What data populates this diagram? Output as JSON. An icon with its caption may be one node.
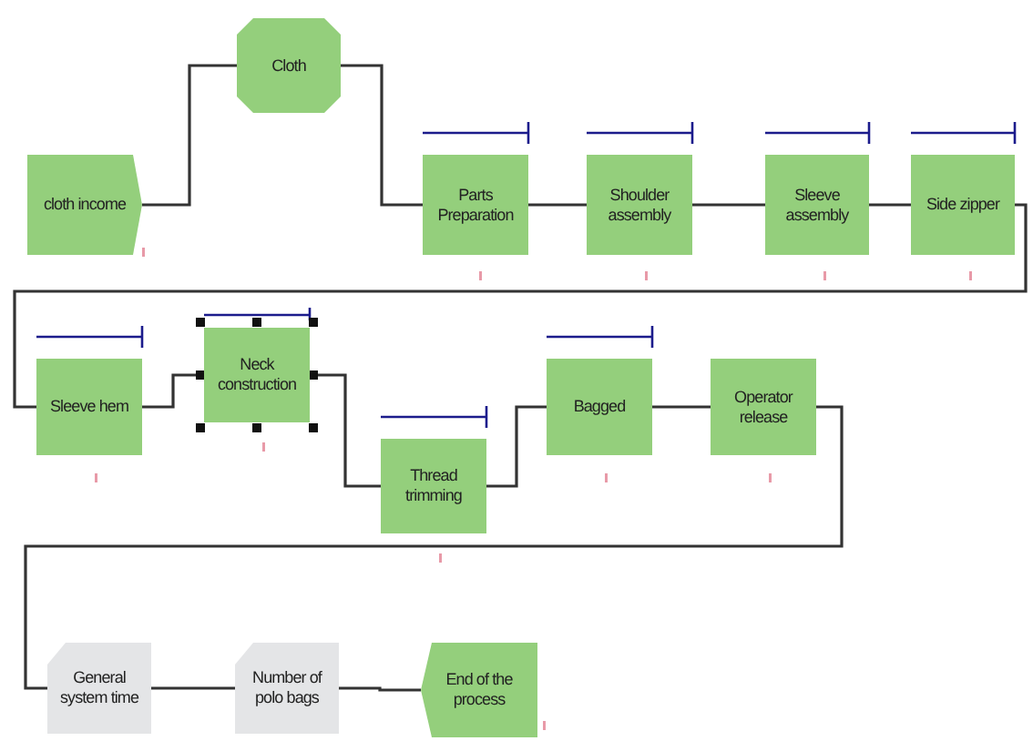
{
  "diagram": {
    "nodes": [
      {
        "text": [
          "cloth income"
        ]
      },
      {
        "text": [
          "Cloth"
        ]
      },
      {
        "text": [
          "Parts Preparation"
        ]
      },
      {
        "text": [
          "Shoulder assembly"
        ]
      },
      {
        "text": [
          "Sleeve assembly"
        ]
      },
      {
        "text": [
          "Side zipper"
        ]
      },
      {
        "text": [
          "Sleeve hem"
        ]
      },
      {
        "text": [
          "Neck construction"
        ]
      },
      {
        "text": [
          "Thread trimming"
        ]
      },
      {
        "text": [
          "Bagged"
        ]
      },
      {
        "text": [
          "Operator release"
        ]
      },
      {
        "text": [
          "General system time"
        ]
      },
      {
        "text": [
          "Number of polo bags"
        ]
      },
      {
        "text": [
          "End of the process"
        ]
      }
    ],
    "edges": [
      {
        "from": 0,
        "to": 1,
        "arrow": "none"
      },
      {
        "from": 1,
        "to": 2,
        "arrow": "none"
      },
      {
        "from": 2,
        "to": 3,
        "arrow": "none"
      },
      {
        "from": 3,
        "to": 4,
        "arrow": "none"
      },
      {
        "from": 4,
        "to": 5,
        "arrow": "none"
      },
      {
        "from": 5,
        "to": 6,
        "arrow": "none"
      },
      {
        "from": 6,
        "to": 7,
        "arrow": "none"
      },
      {
        "from": 7,
        "to": 8,
        "arrow": "none"
      },
      {
        "from": 8,
        "to": 9,
        "arrow": "none"
      },
      {
        "from": 9,
        "to": 10,
        "arrow": "none"
      },
      {
        "from": 10,
        "to": 11,
        "arrow": "none"
      },
      {
        "from": 11,
        "to": 12,
        "arrow": "none"
      },
      {
        "from": 12,
        "to": 13,
        "arrow": "none"
      }
    ]
  }
}
